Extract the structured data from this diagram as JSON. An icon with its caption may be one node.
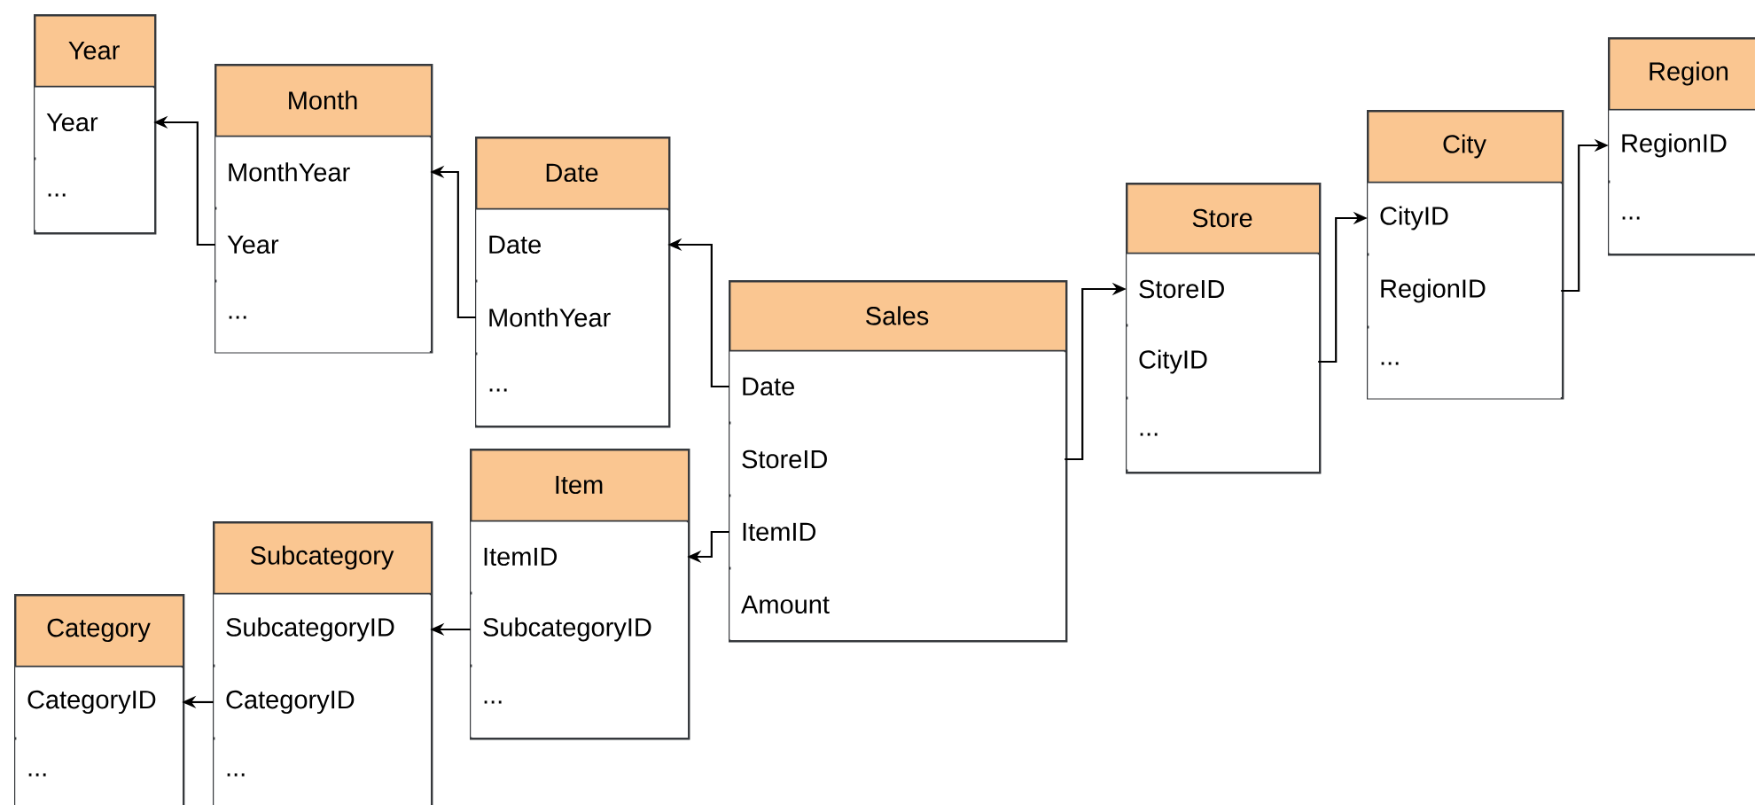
{
  "diagram": {
    "nodes": [
      {
        "text": [
          "Year"
        ]
      },
      {
        "text": [
          "Year"
        ],
        "in": 0
      },
      {
        "text": [
          "..."
        ],
        "in": 0
      },
      {
        "text": [
          "Month"
        ]
      },
      {
        "text": [
          "MonthYear"
        ],
        "in": 3
      },
      {
        "text": [
          "Year"
        ],
        "in": 3
      },
      {
        "text": [
          "..."
        ],
        "in": 3
      },
      {
        "text": [
          "Date"
        ]
      },
      {
        "text": [
          "Date"
        ],
        "in": 7
      },
      {
        "text": [
          "MonthYear"
        ],
        "in": 7
      },
      {
        "text": [
          "..."
        ],
        "in": 7
      },
      {
        "text": [
          "Sales"
        ]
      },
      {
        "text": [
          "Date"
        ],
        "in": 11
      },
      {
        "text": [
          "StoreID"
        ],
        "in": 11
      },
      {
        "text": [
          "ItemID"
        ],
        "in": 11
      },
      {
        "text": [
          "Amount"
        ],
        "in": 11
      },
      {
        "text": [
          "Store"
        ]
      },
      {
        "text": [
          "StoreID"
        ],
        "in": 16
      },
      {
        "text": [
          "CityID"
        ],
        "in": 16
      },
      {
        "text": [
          "..."
        ],
        "in": 16
      },
      {
        "text": [
          "City"
        ]
      },
      {
        "text": [
          "CityID"
        ],
        "in": 20
      },
      {
        "text": [
          "RegionID"
        ],
        "in": 20
      },
      {
        "text": [
          "..."
        ],
        "in": 20
      },
      {
        "text": [
          "Region"
        ]
      },
      {
        "text": [
          "RegionID"
        ],
        "in": 24
      },
      {
        "text": [
          "..."
        ],
        "in": 24
      },
      {
        "text": [
          "Item"
        ]
      },
      {
        "text": [
          "ItemID"
        ],
        "in": 27
      },
      {
        "text": [
          "SubcategoryID"
        ],
        "in": 27
      },
      {
        "text": [
          "..."
        ],
        "in": 27
      },
      {
        "text": [
          "Subcategory"
        ]
      },
      {
        "text": [
          "SubcategoryID"
        ],
        "in": 31
      },
      {
        "text": [
          "CategoryID"
        ],
        "in": 31
      },
      {
        "text": [
          "..."
        ],
        "in": 31
      },
      {
        "text": [
          "Category"
        ]
      },
      {
        "text": [
          "CategoryID"
        ],
        "in": 35
      },
      {
        "text": [
          "..."
        ],
        "in": 35
      }
    ],
    "edges": [
      {
        "from": 12,
        "to": 8,
        "arrow": "to"
      },
      {
        "from": 9,
        "to": 4,
        "arrow": "to"
      },
      {
        "from": 5,
        "to": 1,
        "arrow": "to"
      },
      {
        "from": 13,
        "to": 17,
        "arrow": "to"
      },
      {
        "from": 18,
        "to": 21,
        "arrow": "to"
      },
      {
        "from": 22,
        "to": 25,
        "arrow": "to"
      },
      {
        "from": 14,
        "to": 28,
        "arrow": "to"
      },
      {
        "from": 29,
        "to": 32,
        "arrow": "to"
      },
      {
        "from": 33,
        "to": 36,
        "arrow": "to"
      }
    ]
  }
}
